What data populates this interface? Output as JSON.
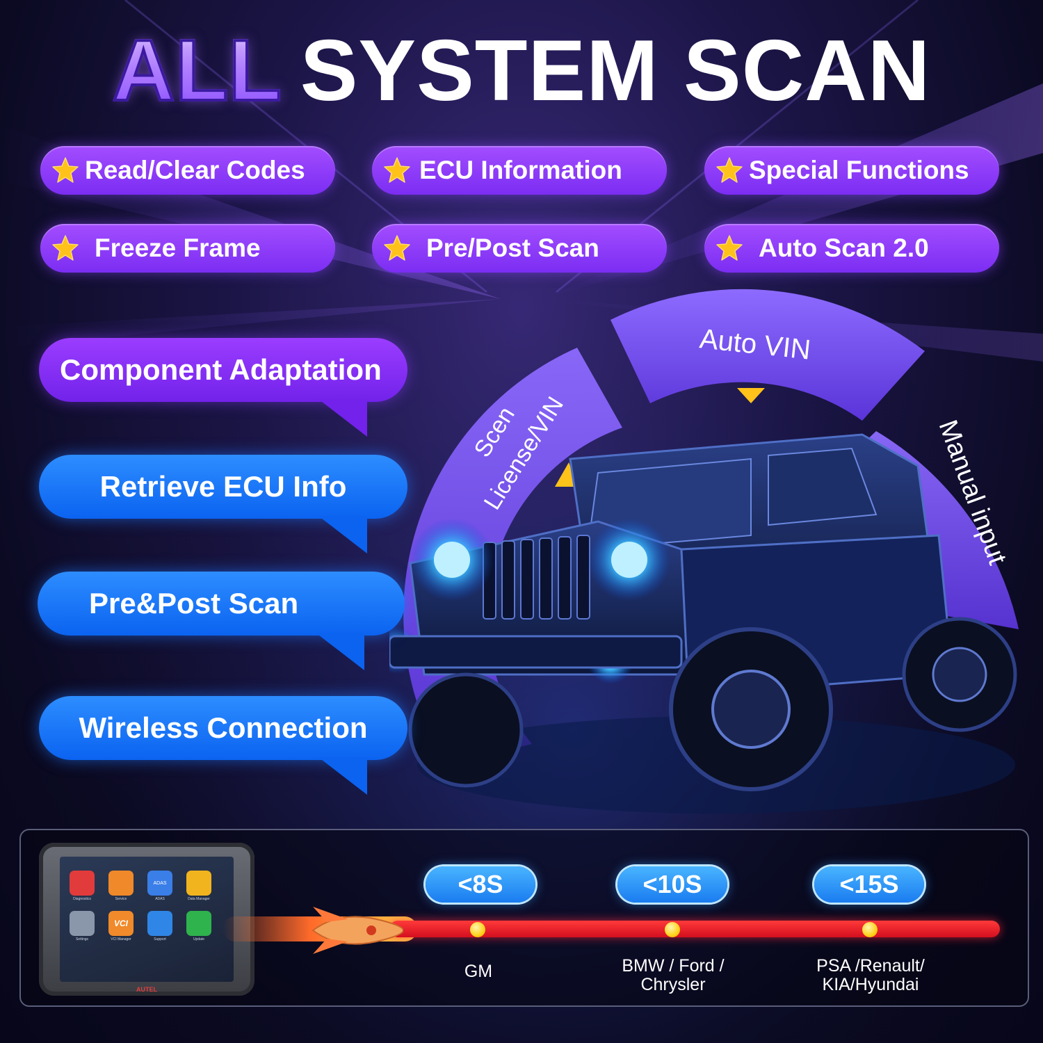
{
  "title": {
    "highlight": "ALL",
    "rest": "SYSTEM SCAN"
  },
  "features": [
    {
      "label": "Read/Clear Codes"
    },
    {
      "label": "ECU Information"
    },
    {
      "label": "Special Functions"
    },
    {
      "label": "Freeze Frame"
    },
    {
      "label": "Pre/Post Scan"
    },
    {
      "label": "Auto Scan 2.0"
    }
  ],
  "bubbles": [
    {
      "label": "Component Adaptation",
      "color": "purple"
    },
    {
      "label": "Retrieve ECU Info",
      "color": "blue"
    },
    {
      "label": "Pre&Post Scan",
      "color": "blue"
    },
    {
      "label": "Wireless Connection",
      "color": "blue"
    }
  ],
  "vin_methods": {
    "left_line1": "Scen",
    "left_line2": "License/VIN",
    "top": "Auto VIN",
    "right": "Manual input"
  },
  "scan_times": [
    {
      "time": "<8S",
      "brand_line1": "GM",
      "brand_line2": ""
    },
    {
      "time": "<10S",
      "brand_line1": "BMW / Ford /",
      "brand_line2": "Chrysler"
    },
    {
      "time": "<15S",
      "brand_line1": "PSA /Renault/",
      "brand_line2": "KIA/Hyundai"
    }
  ],
  "tablet": {
    "brand": "AUTEL",
    "apps": [
      {
        "label": "Diagnostics",
        "icon": "car-icon",
        "color": "#e23b3b"
      },
      {
        "label": "Service",
        "icon": "person-icon",
        "color": "#f0892a"
      },
      {
        "label": "ADAS",
        "icon": "adas-icon",
        "color": "#3a7ee8"
      },
      {
        "label": "Data Manager",
        "icon": "folder-icon",
        "color": "#f2b41e"
      },
      {
        "label": "Settings",
        "icon": "gear-icon",
        "color": "#8a96aa"
      },
      {
        "label": "VCI Manager",
        "icon": "vci-icon",
        "color": "#f08a2a"
      },
      {
        "label": "Support",
        "icon": "network-icon",
        "color": "#2f86e6"
      },
      {
        "label": "Update",
        "icon": "download-icon",
        "color": "#2fb34c"
      }
    ],
    "vci_text": "VCI",
    "adas_text": "ADAS"
  },
  "colors": {
    "purple": "#8a36ff",
    "blue": "#1774f5",
    "track": "#e0152a",
    "star": "#ffc21a"
  }
}
